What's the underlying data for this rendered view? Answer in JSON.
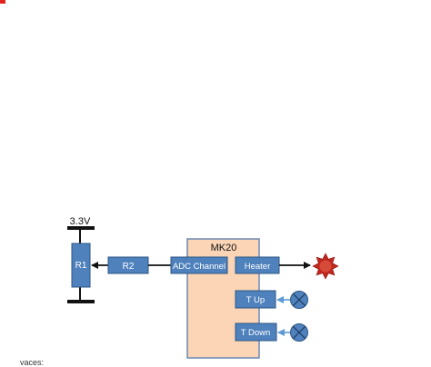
{
  "supply": {
    "label": "3.3V"
  },
  "resistors": {
    "r1": "R1",
    "r2": "R2"
  },
  "mcu": {
    "name": "MK20",
    "adc": "ADC Channel",
    "heater": "Heater",
    "t_up": "T Up",
    "t_down": "T Down"
  },
  "footer": {
    "cut_text": "vaces:"
  },
  "colors": {
    "block_fill": "#4f81bd",
    "block_stroke": "#2d5684",
    "mcu_fill": "#fbd5b5",
    "mcu_stroke": "#6b88b3",
    "wire": "#111111",
    "heater_icon": "#c0271f",
    "button_fill": "#4f81bd",
    "button_arrow": "#5b9bd5"
  },
  "icons": {
    "heater_output": "heater-starburst-icon",
    "t_up_input": "crossed-circle-icon",
    "t_down_input": "crossed-circle-icon"
  }
}
